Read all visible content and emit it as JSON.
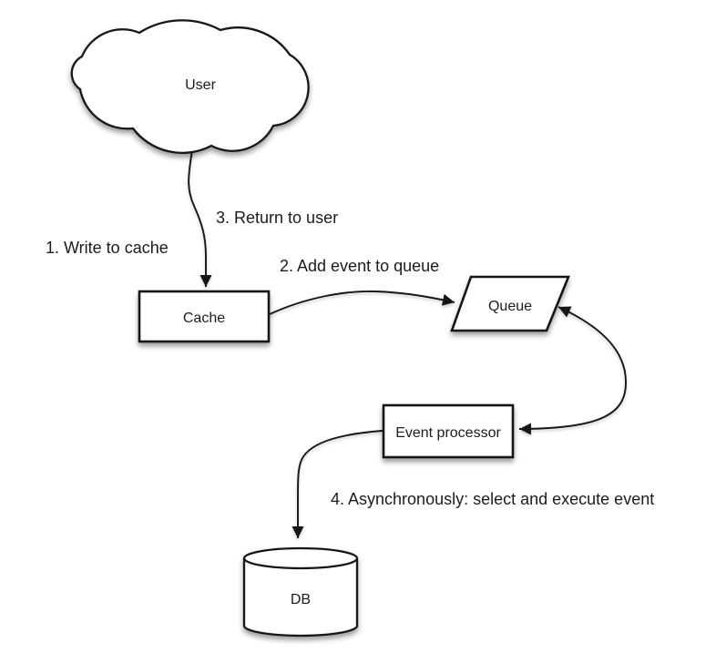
{
  "colors": {
    "background": "#ffffff",
    "shape_fill": "#ffffff",
    "stroke": "#161616",
    "text": "#1c1c1c"
  },
  "diagram": {
    "nodes": [
      {
        "id": "user",
        "shape": "cloud",
        "label": "User"
      },
      {
        "id": "cache",
        "shape": "rectangle",
        "label": "Cache"
      },
      {
        "id": "queue",
        "shape": "parallelogram",
        "label": "Queue"
      },
      {
        "id": "event-processor",
        "shape": "rectangle",
        "label": "Event processor"
      },
      {
        "id": "db",
        "shape": "cylinder",
        "label": "DB"
      }
    ],
    "edges": [
      {
        "id": "user-to-cache",
        "from": "user",
        "to": "cache",
        "style": "arrow",
        "labels": [
          "1. Write to cache",
          "3. Return to user"
        ]
      },
      {
        "id": "cache-to-queue",
        "from": "cache",
        "to": "queue",
        "style": "arrow",
        "labels": [
          "2. Add event to queue"
        ]
      },
      {
        "id": "queue-event-processor",
        "from": "queue",
        "to": "event-processor",
        "style": "double-arrow",
        "labels": []
      },
      {
        "id": "event-processor-to-db",
        "from": "event-processor",
        "to": "db",
        "style": "arrow",
        "labels": [
          "4. Asynchronously: select and execute event"
        ]
      }
    ]
  }
}
